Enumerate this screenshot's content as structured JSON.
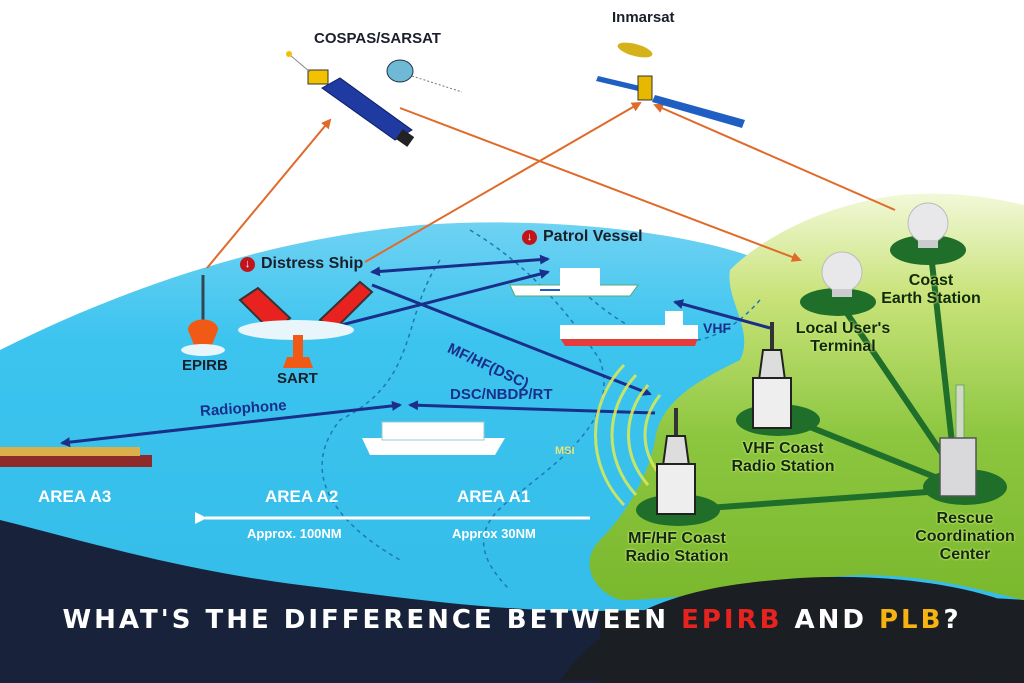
{
  "satellites": {
    "cospas_sarsat": "COSPAS/SARSAT",
    "inmarsat": "Inmarsat"
  },
  "sea": {
    "distress_ship": "Distress Ship",
    "patrol_vessel": "Patrol Vessel",
    "epirb": "EPIRB",
    "sart": "SART",
    "radiophone": "Radiophone",
    "mf_hf_dsc": "MF/HF(DSC)",
    "dsc_nbdp_rt": "DSC/NBDP/RT",
    "vhf": "VHF",
    "msi": "MSI"
  },
  "areas": [
    {
      "name": "AREA A3",
      "range": ""
    },
    {
      "name": "AREA A2",
      "range": "Approx. 100NM"
    },
    {
      "name": "AREA A1",
      "range": "Approx 30NM"
    }
  ],
  "land": {
    "coast_earth_station": [
      "Coast",
      "Earth Station"
    ],
    "local_users_terminal": [
      "Local User's",
      "Terminal"
    ],
    "vhf_coast_radio": [
      "VHF Coast",
      "Radio Station"
    ],
    "mf_hf_coast_radio": [
      "MF/HF Coast",
      "Radio Station"
    ],
    "rescue_coordination": [
      "Rescue",
      "Coordination",
      "Center"
    ]
  },
  "footer": {
    "prefix": "WHAT'S THE DIFFERENCE BETWEEN ",
    "epirb": "EPIRB",
    "middle": " AND ",
    "plb": "PLB",
    "suffix": "?"
  },
  "colors": {
    "sea": "#3cc4ef",
    "land": "#8cc63f",
    "land_dark": "#1f6e2a",
    "footer_bg": "#18223a",
    "satellite_link": "#e06a2a",
    "radio_link": "#1a2f8a",
    "epirb_red": "#e8221f",
    "plb_yellow": "#f7b312"
  }
}
